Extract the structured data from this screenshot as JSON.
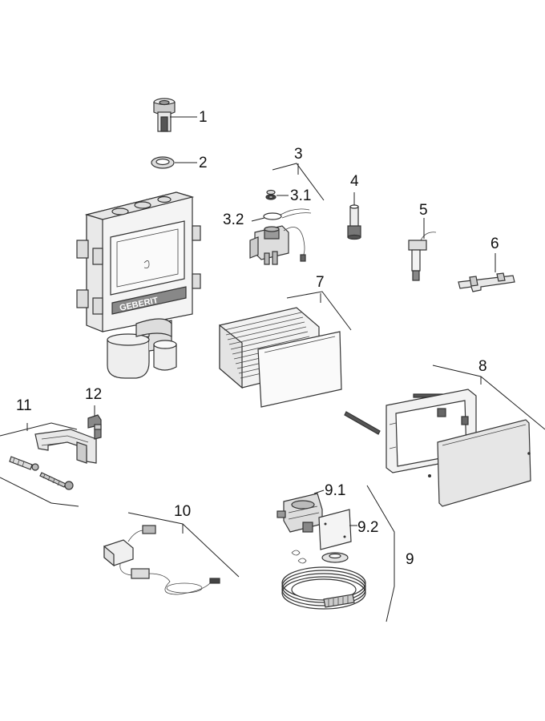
{
  "diagram": {
    "brand_mark": "GEBERIT",
    "callouts": {
      "c1": "1",
      "c2": "2",
      "c3": "3",
      "c3_1": "3.1",
      "c3_2": "3.2",
      "c4": "4",
      "c5": "5",
      "c6": "6",
      "c7": "7",
      "c8": "8",
      "c9": "9",
      "c9_1": "9.1",
      "c9_2": "9.2",
      "c10": "10",
      "c11": "11",
      "c12": "12"
    }
  }
}
